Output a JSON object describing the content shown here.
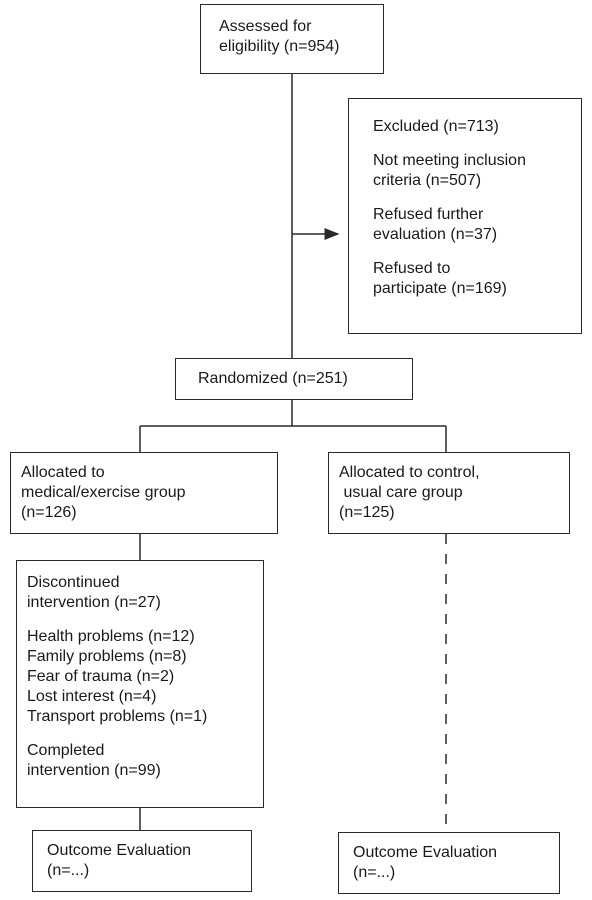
{
  "assessed": {
    "line1": "Assessed for",
    "line2": "eligibility (n=954)"
  },
  "excluded": {
    "title": "Excluded (n=713)",
    "reason1_line1": "Not meeting inclusion",
    "reason1_line2": "criteria (n=507)",
    "reason2_line1": "Refused further",
    "reason2_line2": "evaluation (n=37)",
    "reason3_line1": "Refused to",
    "reason3_line2": "participate (n=169)"
  },
  "randomized": {
    "label": "Randomized (n=251)"
  },
  "allocated_exercise": {
    "line1": "Allocated to",
    "line2": "medical/exercise group",
    "line3": "(n=126)"
  },
  "allocated_control": {
    "line1": "Allocated to control,",
    "line2": " usual care group",
    "line3": "(n=125)"
  },
  "discontinued": {
    "title_line1": "Discontinued",
    "title_line2": "intervention (n=27)",
    "reasons": [
      "Health problems (n=12)",
      "Family problems (n=8)",
      "Fear of trauma (n=2)",
      "Lost interest (n=4)",
      "Transport problems (n=1)"
    ],
    "completed_line1": "Completed",
    "completed_line2": "intervention (n=99)"
  },
  "outcome_exercise": {
    "line1": "Outcome Evaluation",
    "line2": "(n=...)"
  },
  "outcome_control": {
    "line1": "Outcome Evaluation",
    "line2": "(n=...)"
  }
}
